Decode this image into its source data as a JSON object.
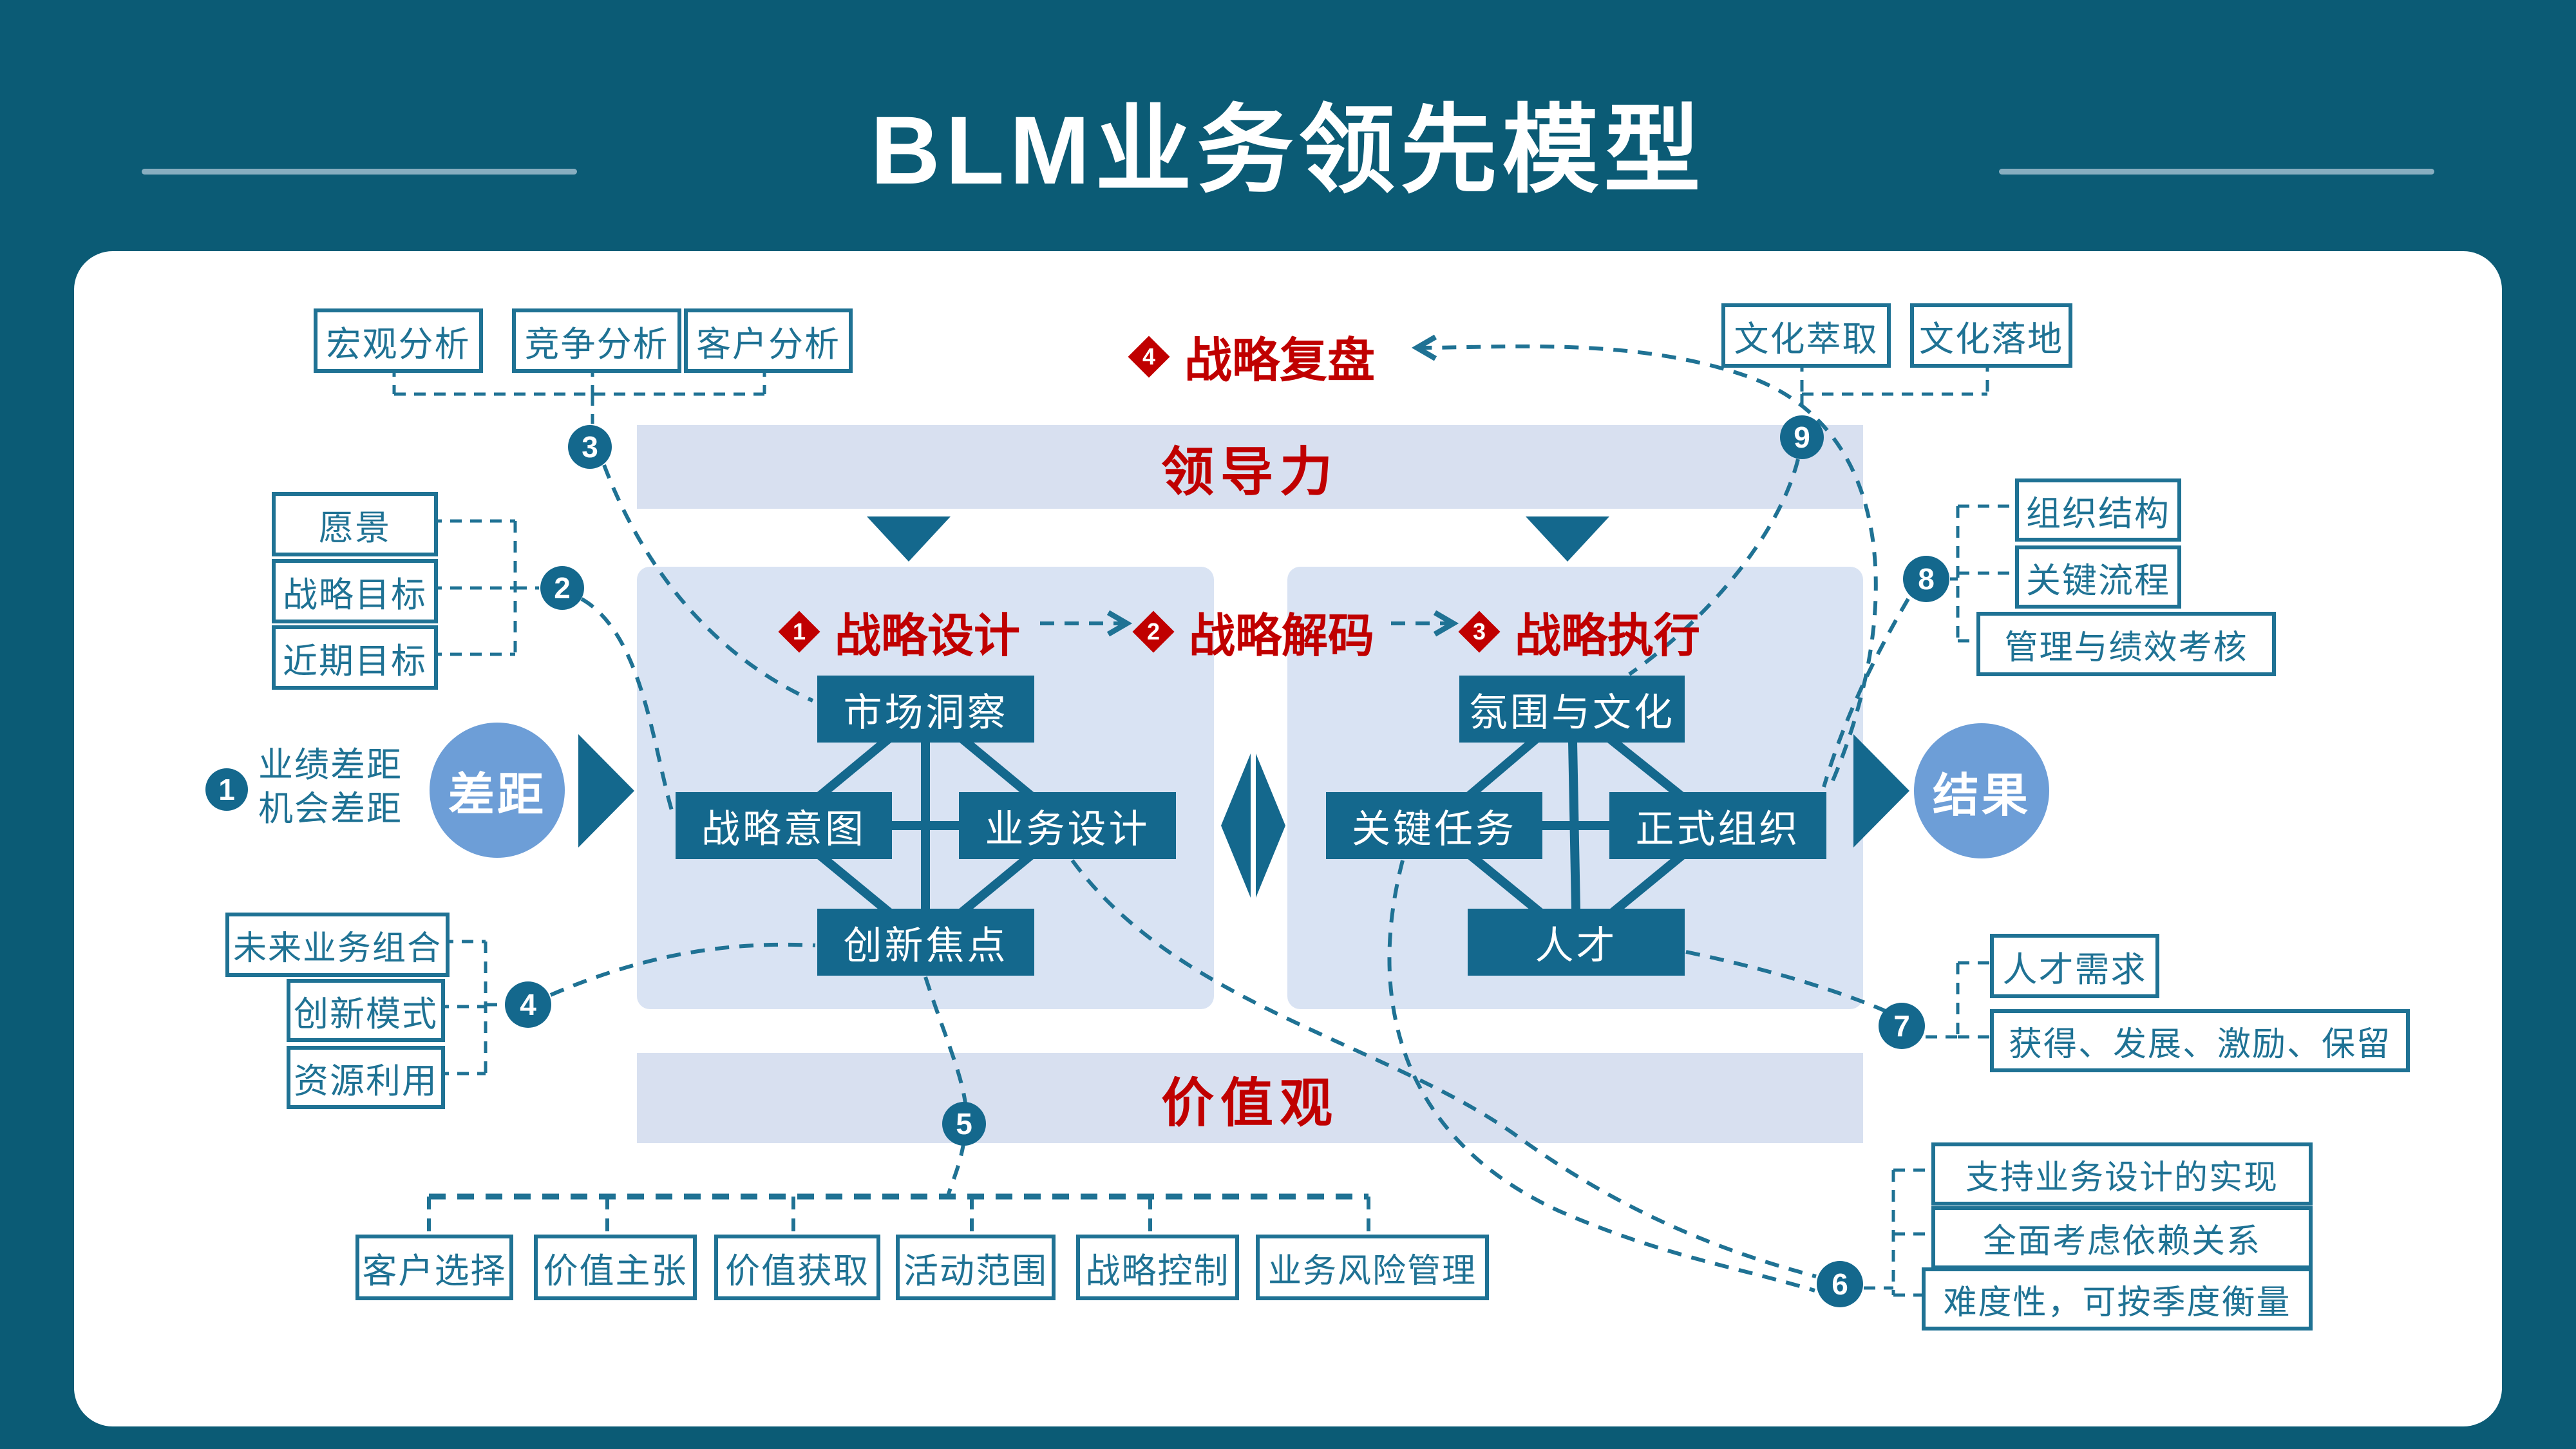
{
  "title": "BLM业务领先模型",
  "bars": {
    "leadership": "领导力",
    "values": "价值观"
  },
  "steps": {
    "s1": {
      "num": "1",
      "label": "战略设计"
    },
    "s2": {
      "num": "2",
      "label": "战略解码"
    },
    "s3": {
      "num": "3",
      "label": "战略执行"
    },
    "s4": {
      "num": "4",
      "label": "战略复盘"
    }
  },
  "gap": {
    "num": "1",
    "line1": "业绩差距",
    "line2": "机会差距",
    "circle": "差距"
  },
  "result": {
    "circle": "结果"
  },
  "left_diamond": {
    "top": "市场洞察",
    "left": "战略意图",
    "right": "业务设计",
    "bottom": "创新焦点"
  },
  "right_diamond": {
    "top": "氛围与文化",
    "left": "关键任务",
    "right": "正式组织",
    "bottom": "人才"
  },
  "ann": {
    "analysis": {
      "num": "3",
      "i0": "宏观分析",
      "i1": "竞争分析",
      "i2": "客户分析"
    },
    "goals": {
      "num": "2",
      "i0": "愿景",
      "i1": "战略目标",
      "i2": "近期目标"
    },
    "portfolio": {
      "num": "4",
      "i0": "未来业务组合",
      "i1": "创新模式",
      "i2": "资源利用"
    },
    "values": {
      "num": "5",
      "i0": "客户选择",
      "i1": "价值主张",
      "i2": "价值获取",
      "i3": "活动范围",
      "i4": "战略控制",
      "i5": "业务风险管理"
    },
    "tasks": {
      "num": "6",
      "i0": "支持业务设计的实现",
      "i1": "全面考虑依赖关系",
      "i2": "难度性，可按季度衡量"
    },
    "talent": {
      "num": "7",
      "i0": "人才需求",
      "i1": "获得、发展、激励、保留"
    },
    "org": {
      "num": "8",
      "i0": "组织结构",
      "i1": "关键流程",
      "i2": "管理与绩效考核"
    },
    "culture": {
      "num": "9",
      "i0": "文化萃取",
      "i1": "文化落地"
    }
  },
  "colors": {
    "background": "#0b5b75",
    "teal": "#1f7294",
    "teal_dark": "#14688d",
    "panel": "#d9e3f3",
    "bar": "#d8e0f0",
    "red": "#c00000",
    "light_blue_circle": "#6d9ed7"
  }
}
